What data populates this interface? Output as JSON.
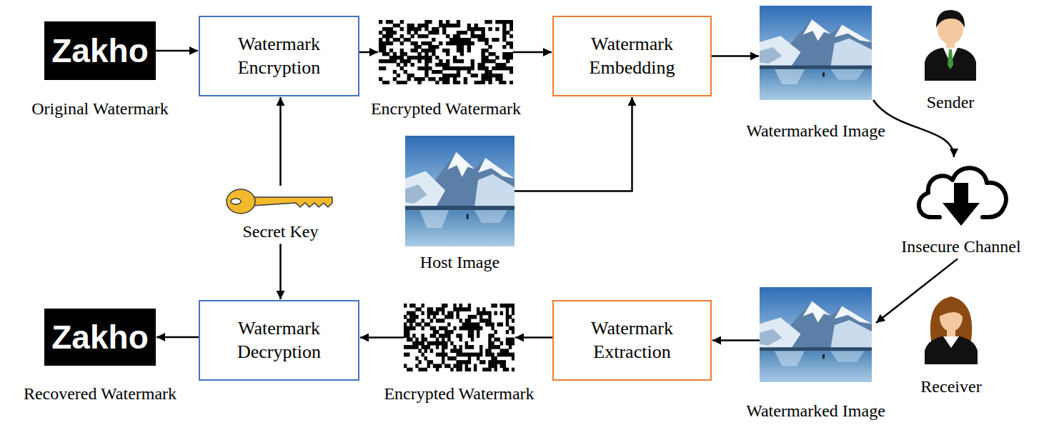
{
  "diagram": {
    "nodes": [
      {
        "text": [
          "Zakho",
          "Original Watermark"
        ]
      },
      {
        "text": [
          "Watermark Encryption"
        ]
      },
      {
        "text": [
          "Encrypted Watermark"
        ]
      },
      {
        "text": [
          "Watermark Embedding"
        ]
      },
      {
        "text": [
          "Watermarked Image"
        ]
      },
      {
        "text": [
          "Sender"
        ]
      },
      {
        "text": [
          "Secret Key"
        ]
      },
      {
        "text": [
          "Host Image"
        ]
      },
      {
        "text": [
          "Insecure Channel"
        ]
      },
      {
        "text": [
          "Zakho",
          "Recovered Watermark"
        ]
      },
      {
        "text": [
          "Watermark Decryption"
        ]
      },
      {
        "text": [
          "Encrypted Watermark"
        ]
      },
      {
        "text": [
          "Watermark Extraction"
        ]
      },
      {
        "text": [
          "Watermarked Image"
        ]
      },
      {
        "text": [
          "Receiver"
        ]
      }
    ],
    "edges": [
      {
        "from": 0,
        "to": 1,
        "arrow": "to"
      },
      {
        "from": 1,
        "to": 2,
        "arrow": "to"
      },
      {
        "from": 2,
        "to": 3,
        "arrow": "to"
      },
      {
        "from": 3,
        "to": 4,
        "arrow": "to"
      },
      {
        "from": 7,
        "to": 3,
        "arrow": "to"
      },
      {
        "from": 6,
        "to": 1,
        "arrow": "to"
      },
      {
        "from": 6,
        "to": 10,
        "arrow": "to"
      },
      {
        "from": 4,
        "to": 8,
        "arrow": "to"
      },
      {
        "from": 8,
        "to": 13,
        "arrow": "to"
      },
      {
        "from": 13,
        "to": 12,
        "arrow": "to"
      },
      {
        "from": 12,
        "to": 11,
        "arrow": "to"
      },
      {
        "from": 11,
        "to": 10,
        "arrow": "to"
      },
      {
        "from": 10,
        "to": 9,
        "arrow": "to"
      }
    ]
  }
}
